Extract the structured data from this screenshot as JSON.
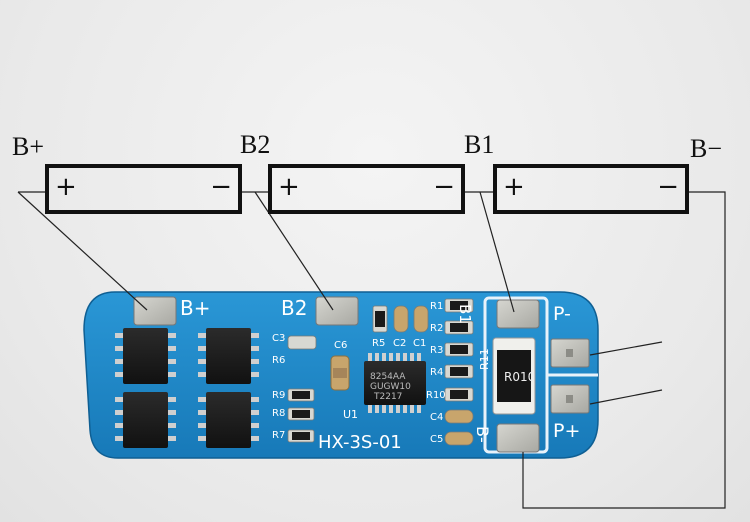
{
  "diagram": {
    "node_labels": {
      "b_plus": "B+",
      "b2": "B2",
      "b1": "B1",
      "b_minus": "B−"
    },
    "cells": [
      {
        "positive": "+",
        "negative": "−"
      },
      {
        "positive": "+",
        "negative": "−"
      },
      {
        "positive": "+",
        "negative": "−"
      }
    ]
  },
  "board": {
    "model": "HX-3S-01",
    "pad_labels": {
      "b_plus": "B+",
      "b2": "B2",
      "b1": "B1",
      "b_minus": "B-",
      "p_minus": "P-",
      "p_plus": "P+"
    },
    "ic": {
      "designator": "U1",
      "line1": "8254AA",
      "line2": "GUGW10",
      "line3": "T2217"
    },
    "shunt": {
      "designator": "R11",
      "marking": "R010"
    },
    "designators": [
      "C3",
      "R6",
      "R9",
      "R8",
      "R7",
      "C6",
      "R5",
      "C2",
      "C1",
      "R4",
      "R3",
      "R2",
      "R1",
      "R10",
      "C4",
      "C5"
    ],
    "colors": {
      "pcb": "#1e88c8",
      "pad": "#b9b9b4",
      "ink": "#ffffff"
    }
  }
}
